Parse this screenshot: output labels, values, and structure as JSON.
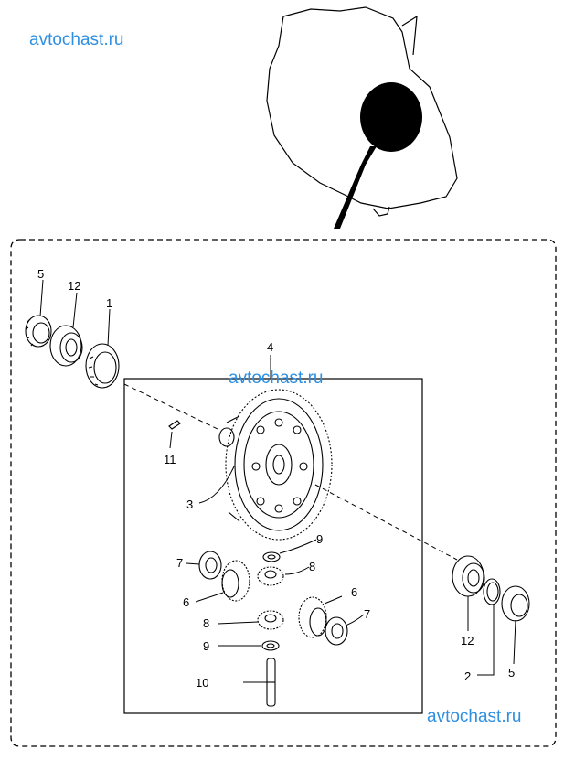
{
  "watermarks": [
    "avtochast.ru",
    "avtochast.ru",
    "avtochast.ru"
  ],
  "callouts": {
    "c1": "1",
    "c2": "2",
    "c3": "3",
    "c4": "4",
    "c5a": "5",
    "c5b": "5",
    "c6a": "6",
    "c6b": "6",
    "c7a": "7",
    "c7b": "7",
    "c8a": "8",
    "c8b": "8",
    "c9a": "9",
    "c9b": "9",
    "c10": "10",
    "c11": "11",
    "c12a": "12",
    "c12b": "12"
  },
  "colors": {
    "watermark": "#2f8fe0",
    "line": "#000000"
  }
}
